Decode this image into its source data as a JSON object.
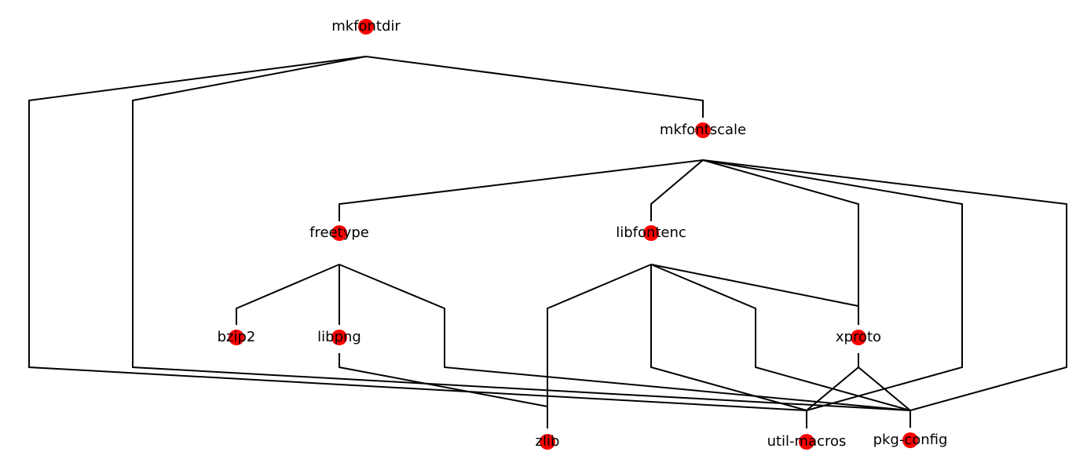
{
  "diagram": {
    "node_color": "#ff0000",
    "edge_color": "#000000",
    "nodes": [
      {
        "id": "mkfontdir",
        "label": "mkfontdir"
      },
      {
        "id": "mkfontscale",
        "label": "mkfontscale"
      },
      {
        "id": "freetype",
        "label": "freetype"
      },
      {
        "id": "libfontenc",
        "label": "libfontenc"
      },
      {
        "id": "bzip2",
        "label": "bzip2"
      },
      {
        "id": "libpng",
        "label": "libpng"
      },
      {
        "id": "xproto",
        "label": "xproto"
      },
      {
        "id": "zlib",
        "label": "zlib"
      },
      {
        "id": "util-macros",
        "label": "util-macros"
      },
      {
        "id": "pkg-config",
        "label": "pkg-config"
      }
    ],
    "edges": [
      {
        "from": "mkfontdir",
        "to": "mkfontscale"
      },
      {
        "from": "mkfontdir",
        "to": "util-macros"
      },
      {
        "from": "mkfontdir",
        "to": "pkg-config"
      },
      {
        "from": "mkfontscale",
        "to": "freetype"
      },
      {
        "from": "mkfontscale",
        "to": "libfontenc"
      },
      {
        "from": "mkfontscale",
        "to": "xproto"
      },
      {
        "from": "mkfontscale",
        "to": "util-macros"
      },
      {
        "from": "mkfontscale",
        "to": "pkg-config"
      },
      {
        "from": "freetype",
        "to": "bzip2"
      },
      {
        "from": "freetype",
        "to": "libpng"
      },
      {
        "from": "freetype",
        "to": "pkg-config"
      },
      {
        "from": "libpng",
        "to": "zlib"
      },
      {
        "from": "libfontenc",
        "to": "zlib"
      },
      {
        "from": "libfontenc",
        "to": "xproto"
      },
      {
        "from": "libfontenc",
        "to": "util-macros"
      },
      {
        "from": "libfontenc",
        "to": "pkg-config"
      },
      {
        "from": "xproto",
        "to": "util-macros"
      },
      {
        "from": "xproto",
        "to": "pkg-config"
      }
    ]
  }
}
